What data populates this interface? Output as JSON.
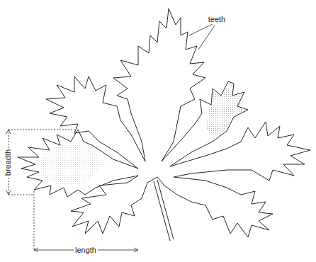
{
  "diagram": {
    "labels": [
      "teeth",
      "breadth",
      "length"
    ]
  }
}
